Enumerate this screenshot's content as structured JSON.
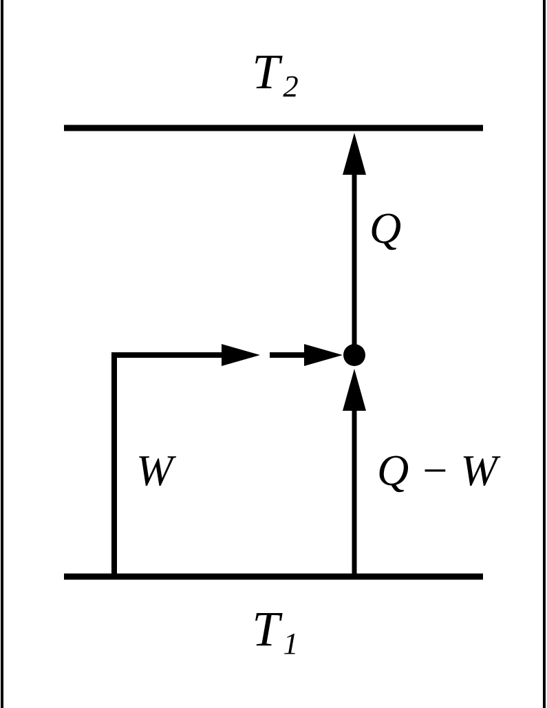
{
  "colors": {
    "line": "#000000",
    "background": "#ffffff"
  },
  "labels": {
    "top_reservoir": {
      "symbol": "T",
      "subscript": "2"
    },
    "bottom_reservoir": {
      "symbol": "T",
      "subscript": "1"
    },
    "heat_out": "Q",
    "work": "W",
    "heat_in": "Q − W"
  }
}
